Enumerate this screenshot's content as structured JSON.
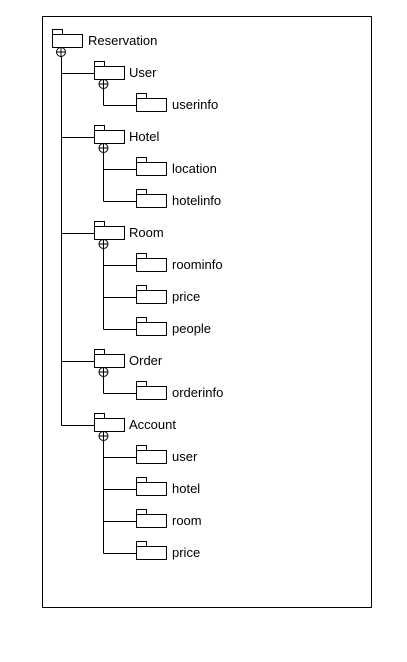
{
  "colors": {
    "stroke": "#000000",
    "background": "#ffffff",
    "text": "#000000"
  },
  "tree": {
    "root": {
      "label": "Reservation",
      "icon": "package-folder-icon",
      "expander": "circle-plus-icon",
      "children": [
        {
          "label": "User",
          "children": [
            {
              "label": "userinfo"
            }
          ]
        },
        {
          "label": "Hotel",
          "children": [
            {
              "label": "location"
            },
            {
              "label": "hotelinfo"
            }
          ]
        },
        {
          "label": "Room",
          "children": [
            {
              "label": "roominfo"
            },
            {
              "label": "price"
            },
            {
              "label": "people"
            }
          ]
        },
        {
          "label": "Order",
          "children": [
            {
              "label": "orderinfo"
            }
          ]
        },
        {
          "label": "Account",
          "children": [
            {
              "label": "user"
            },
            {
              "label": "hotel"
            },
            {
              "label": "room"
            },
            {
              "label": "price"
            }
          ]
        }
      ]
    }
  }
}
